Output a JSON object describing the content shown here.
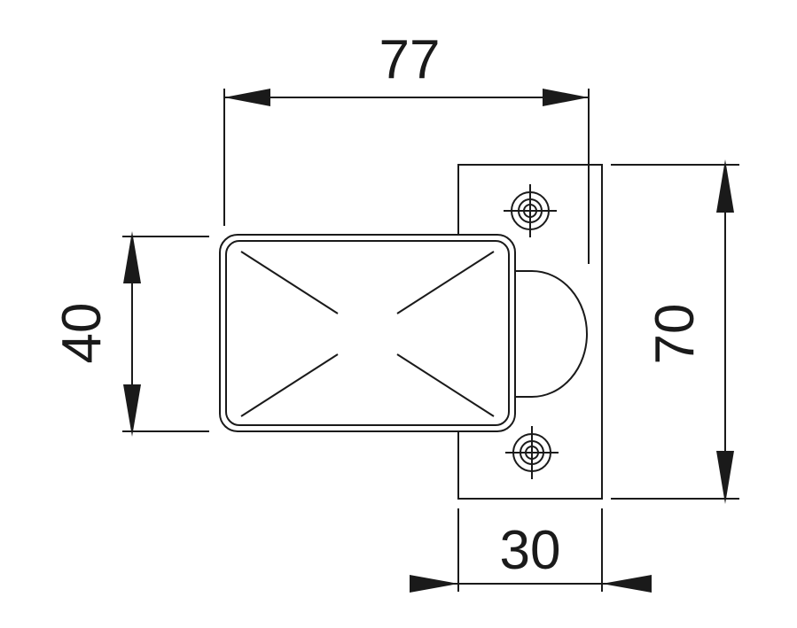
{
  "drawing": {
    "line_color": "#1a1a1a",
    "background": "#ffffff",
    "dimensions": {
      "overall_width": "77",
      "body_height": "40",
      "plate_height": "70",
      "plate_width": "30"
    }
  }
}
